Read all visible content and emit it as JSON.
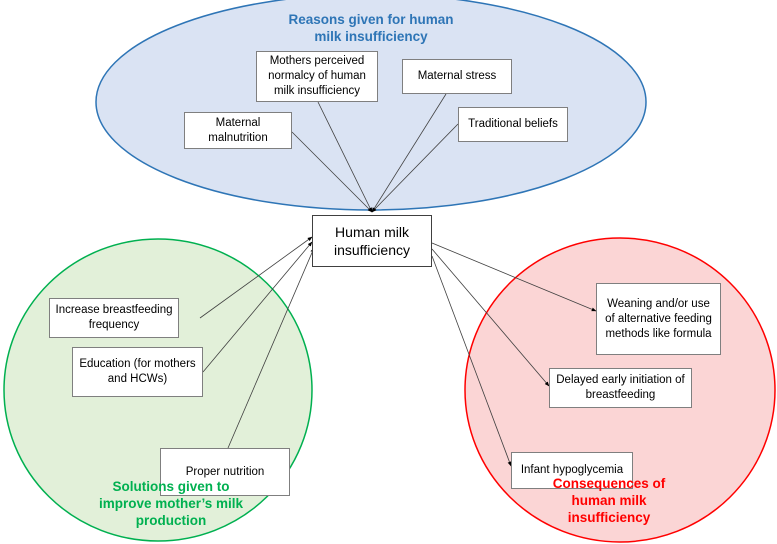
{
  "colors": {
    "reasons_fill": "#dae3f3",
    "reasons_stroke": "#2e75b6",
    "reasons_title": "#2e75b6",
    "solutions_fill": "#e2f0d9",
    "solutions_stroke": "#00b050",
    "solutions_title": "#00b050",
    "consequences_fill": "#fbd5d5",
    "consequences_stroke": "#ff0000",
    "consequences_title": "#ff0000",
    "connector": "#404040"
  },
  "center": {
    "label": "Human milk insufficiency"
  },
  "reasons": {
    "title": "Reasons given for human milk insufficiency",
    "items": [
      "Mothers perceived normalcy of human milk insufficiency",
      "Maternal stress",
      "Maternal malnutrition",
      "Traditional beliefs"
    ]
  },
  "solutions": {
    "title": "Solutions given to improve mother’s milk production",
    "items": [
      "Increase breastfeeding frequency",
      "Education (for mothers and HCWs)",
      "Proper nutrition"
    ]
  },
  "consequences": {
    "title": "Consequences of human milk insufficiency",
    "items": [
      "Weaning and/or use of alternative feeding methods like formula",
      "Delayed early initiation of breastfeeding",
      "Infant hypoglycemia"
    ]
  }
}
